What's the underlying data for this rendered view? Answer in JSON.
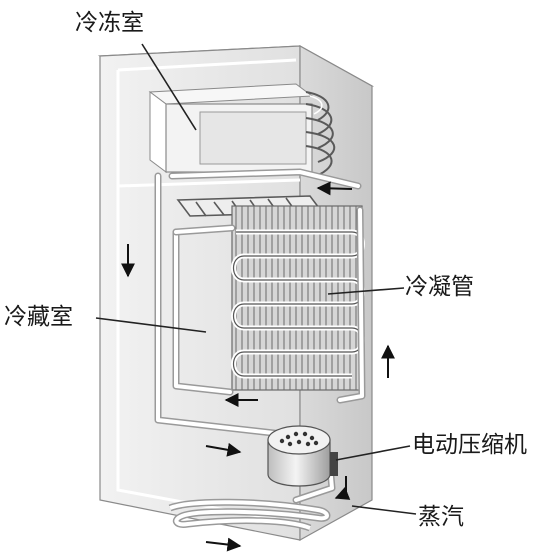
{
  "labels": {
    "freezer": "冷冻室",
    "fridge": "冷藏室",
    "condenser": "冷凝管",
    "compressor": "电动压缩机",
    "vapor": "蒸汽"
  },
  "colors": {
    "cabinet_fill": "#ececec",
    "cabinet_side": "#d4d4d4",
    "cabinet_top": "#e2e2e2",
    "outline": "#8a8a8a",
    "pipe": "#ffffff",
    "pipe_edge": "#9a9a9a",
    "coil": "#5a5a5a",
    "coil_fill": "#cfcfcf",
    "text": "#1a1a1a"
  }
}
